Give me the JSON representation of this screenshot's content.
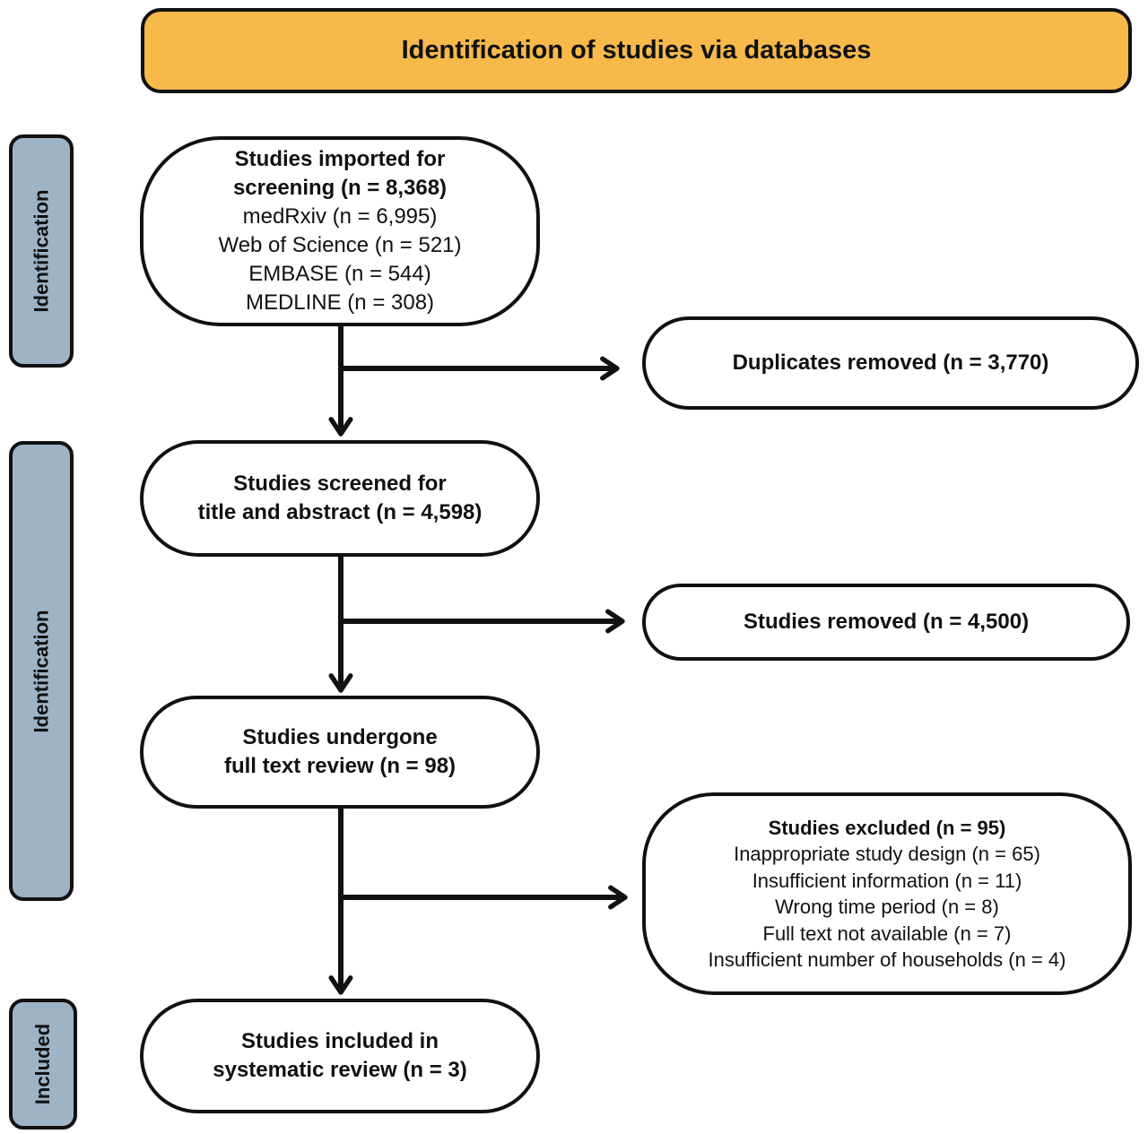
{
  "header": {
    "title": "Identification of studies via databases"
  },
  "stages": {
    "identification_1": "Identification",
    "identification_2": "Identification",
    "included": "Included"
  },
  "boxes": {
    "imported": {
      "title": "Studies imported for screening (n = 8,368)",
      "title_line1": "Studies imported for",
      "title_line2": "screening (n = 8,368)",
      "sources": [
        "medRxiv (n = 6,995)",
        "Web of Science (n = 521)",
        "EMBASE (n = 544)",
        "MEDLINE (n = 308)"
      ]
    },
    "duplicates": {
      "text": "Duplicates removed (n = 3,770)"
    },
    "screened": {
      "line1": "Studies screened for",
      "line2": "title and abstract (n = 4,598)"
    },
    "removed": {
      "text": "Studies removed (n = 4,500)"
    },
    "fulltext": {
      "line1": "Studies undergone",
      "line2": "full text review (n = 98)"
    },
    "excluded": {
      "title": "Studies excluded (n = 95)",
      "reasons": [
        "Inappropriate study design (n = 65)",
        "Insufficient information (n = 11)",
        "Wrong time period (n = 8)",
        "Full text not available (n = 7)",
        "Insufficient number of households (n = 4)"
      ]
    },
    "included": {
      "line1": "Studies included in",
      "line2": "systematic review (n = 3)"
    }
  }
}
